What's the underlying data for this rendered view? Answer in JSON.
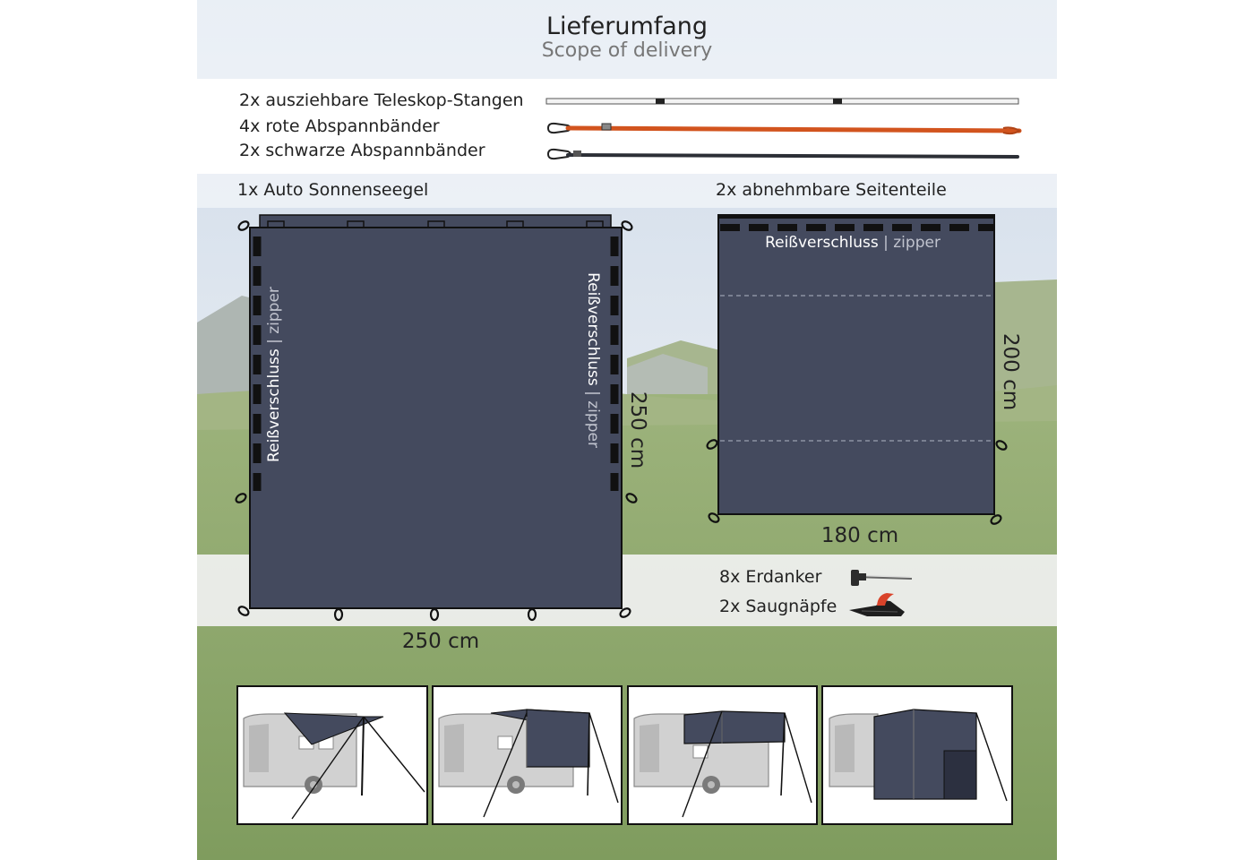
{
  "header": {
    "title": "Lieferumfang",
    "subtitle": "Scope of delivery"
  },
  "accessories": [
    {
      "label": "2x ausziehbare Teleskop-Stangen",
      "icon": "telescopic-pole-icon"
    },
    {
      "label": "4x rote Abspannbänder",
      "icon": "red-guy-strap-icon"
    },
    {
      "label": "2x schwarze Abspannbänder",
      "icon": "black-guy-strap-icon"
    }
  ],
  "awning": {
    "label": "1x Auto Sonnenseegel",
    "width": "250 cm",
    "height": "250 cm",
    "zipper_de": "Reißverschluss",
    "separator": "|",
    "zipper_en": "zipper"
  },
  "side_panel": {
    "label": "2x abnehmbare Seitenteile",
    "width": "180 cm",
    "height": "200 cm",
    "zipper_de": "Reißverschluss",
    "separator": "|",
    "zipper_en": "zipper"
  },
  "extras": [
    {
      "label": "8x Erdanker",
      "icon": "ground-peg-icon"
    },
    {
      "label": "2x Saugnäpfe",
      "icon": "suction-cup-icon"
    }
  ],
  "colors": {
    "fabric": "#444a5e",
    "red_strap": "#d2541e",
    "grass": "#8aa46a",
    "sky": "#dfe6ef"
  }
}
